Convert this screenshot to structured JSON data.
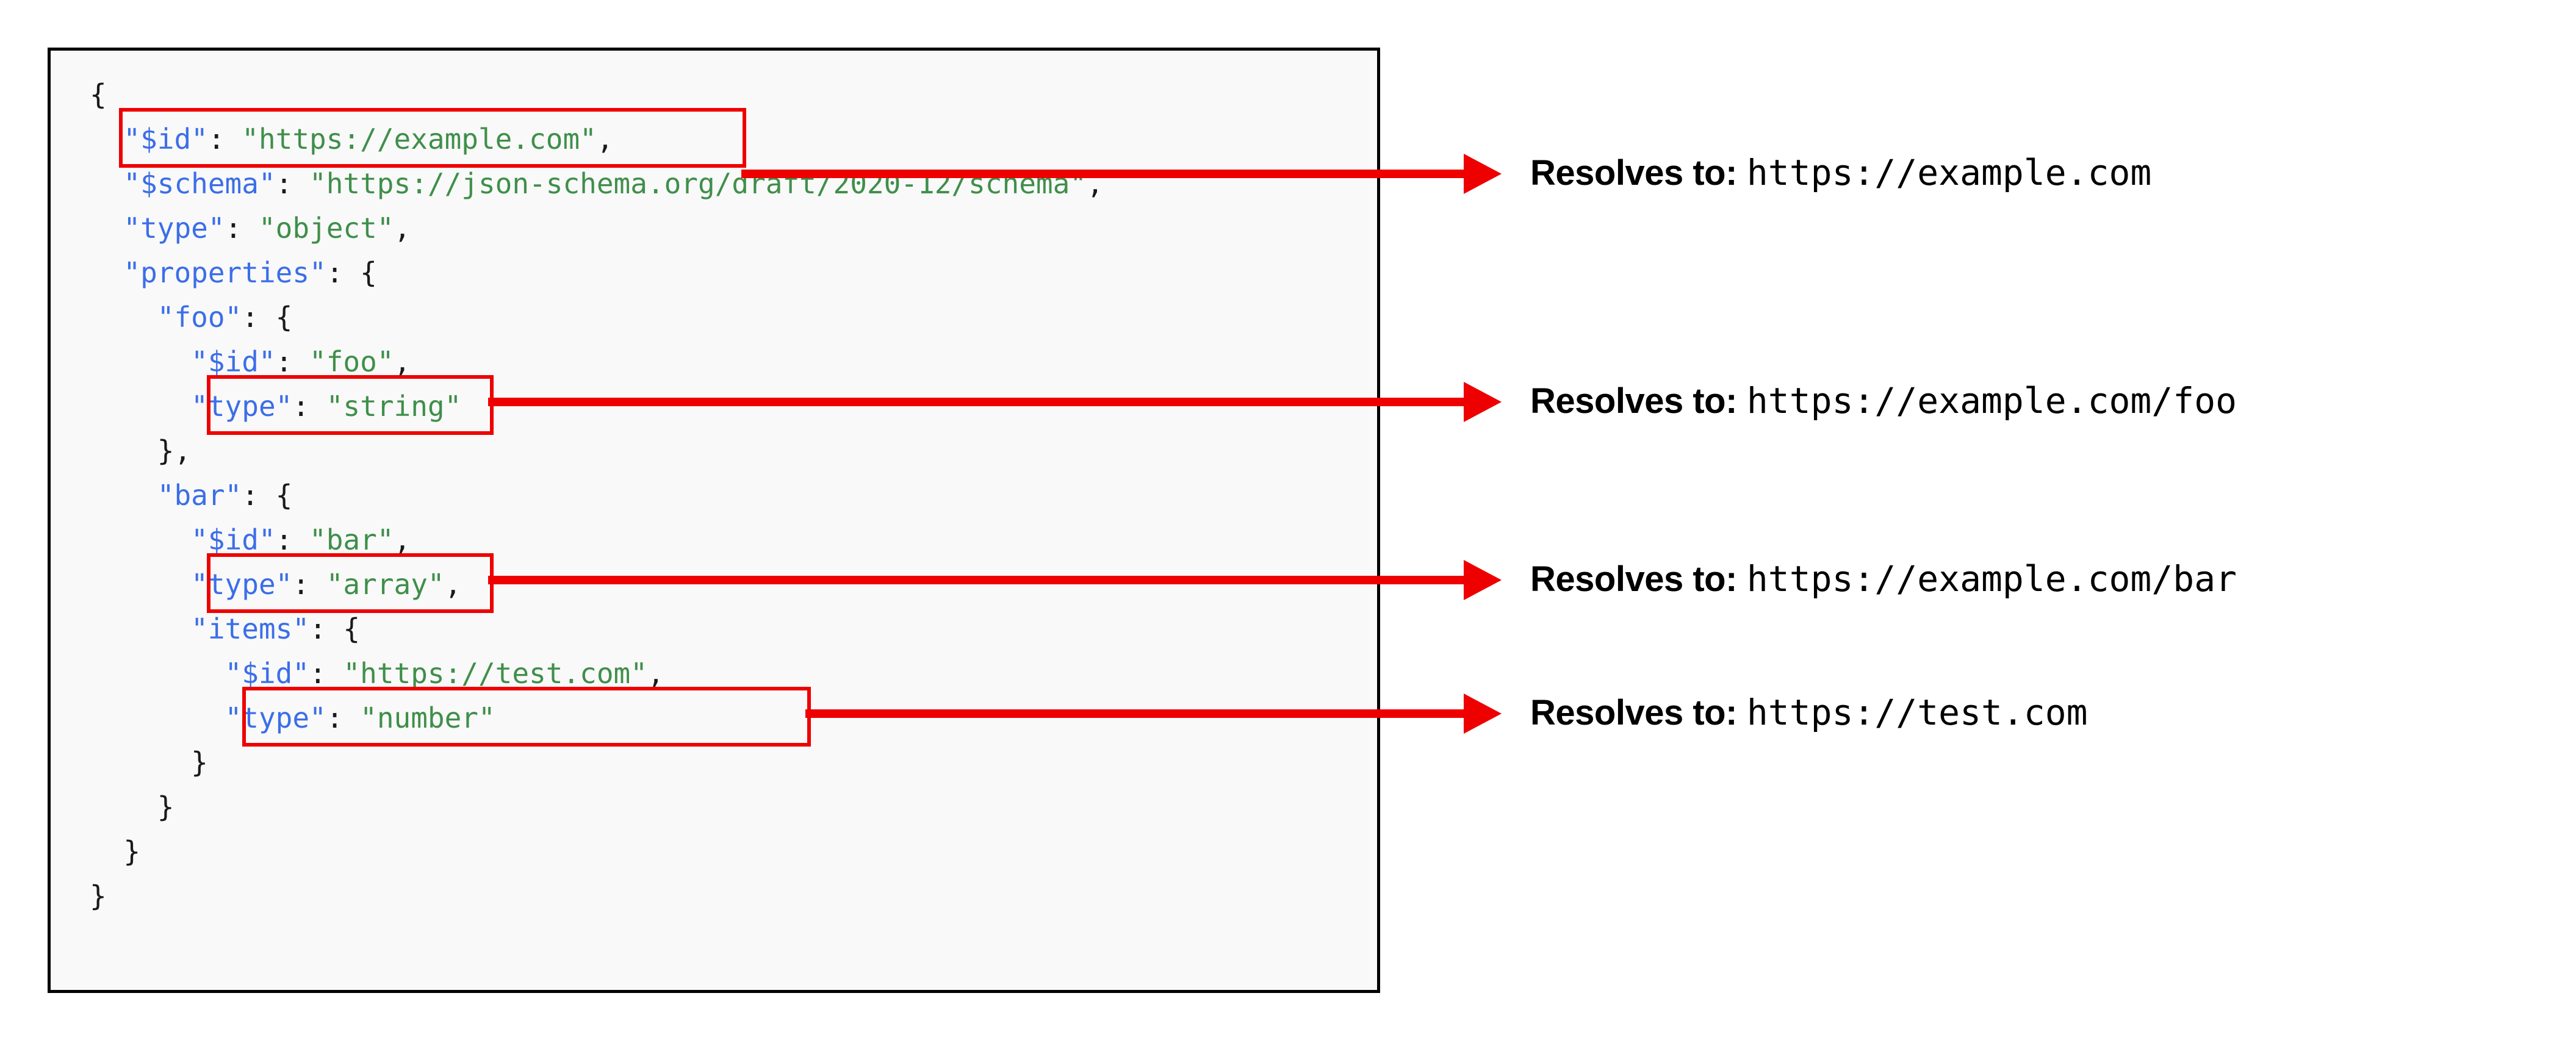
{
  "code_panel": {
    "language": "json",
    "colors": {
      "background": "#f9f9f9",
      "border": "#000000",
      "key": "#3b6ee8",
      "string": "#3f8f4a",
      "punctuation": "#1a1a1a",
      "highlight": "#ee0000"
    },
    "lines": [
      {
        "indent": "",
        "tokens": [
          {
            "t": "punct",
            "v": "{"
          }
        ]
      },
      {
        "indent": "  ",
        "tokens": [
          {
            "t": "key",
            "v": "\"$id\""
          },
          {
            "t": "punct",
            "v": ": "
          },
          {
            "t": "str",
            "v": "\"https://example.com\""
          },
          {
            "t": "punct",
            "v": ","
          }
        ]
      },
      {
        "indent": "  ",
        "tokens": [
          {
            "t": "key",
            "v": "\"$schema\""
          },
          {
            "t": "punct",
            "v": ": "
          },
          {
            "t": "str",
            "v": "\"https://json-schema.org/draft/2020-12/schema\""
          },
          {
            "t": "punct",
            "v": ","
          }
        ]
      },
      {
        "indent": "  ",
        "tokens": [
          {
            "t": "key",
            "v": "\"type\""
          },
          {
            "t": "punct",
            "v": ": "
          },
          {
            "t": "str",
            "v": "\"object\""
          },
          {
            "t": "punct",
            "v": ","
          }
        ]
      },
      {
        "indent": "  ",
        "tokens": [
          {
            "t": "key",
            "v": "\"properties\""
          },
          {
            "t": "punct",
            "v": ": {"
          }
        ]
      },
      {
        "indent": "    ",
        "tokens": [
          {
            "t": "key",
            "v": "\"foo\""
          },
          {
            "t": "punct",
            "v": ": {"
          }
        ]
      },
      {
        "indent": "      ",
        "tokens": [
          {
            "t": "key",
            "v": "\"$id\""
          },
          {
            "t": "punct",
            "v": ": "
          },
          {
            "t": "str",
            "v": "\"foo\""
          },
          {
            "t": "punct",
            "v": ","
          }
        ]
      },
      {
        "indent": "      ",
        "tokens": [
          {
            "t": "key",
            "v": "\"type\""
          },
          {
            "t": "punct",
            "v": ": "
          },
          {
            "t": "str",
            "v": "\"string\""
          }
        ]
      },
      {
        "indent": "    ",
        "tokens": [
          {
            "t": "punct",
            "v": "},"
          }
        ]
      },
      {
        "indent": "    ",
        "tokens": [
          {
            "t": "key",
            "v": "\"bar\""
          },
          {
            "t": "punct",
            "v": ": {"
          }
        ]
      },
      {
        "indent": "      ",
        "tokens": [
          {
            "t": "key",
            "v": "\"$id\""
          },
          {
            "t": "punct",
            "v": ": "
          },
          {
            "t": "str",
            "v": "\"bar\""
          },
          {
            "t": "punct",
            "v": ","
          }
        ]
      },
      {
        "indent": "      ",
        "tokens": [
          {
            "t": "key",
            "v": "\"type\""
          },
          {
            "t": "punct",
            "v": ": "
          },
          {
            "t": "str",
            "v": "\"array\""
          },
          {
            "t": "punct",
            "v": ","
          }
        ]
      },
      {
        "indent": "      ",
        "tokens": [
          {
            "t": "key",
            "v": "\"items\""
          },
          {
            "t": "punct",
            "v": ": {"
          }
        ]
      },
      {
        "indent": "        ",
        "tokens": [
          {
            "t": "key",
            "v": "\"$id\""
          },
          {
            "t": "punct",
            "v": ": "
          },
          {
            "t": "str",
            "v": "\"https://test.com\""
          },
          {
            "t": "punct",
            "v": ","
          }
        ]
      },
      {
        "indent": "        ",
        "tokens": [
          {
            "t": "key",
            "v": "\"type\""
          },
          {
            "t": "punct",
            "v": ": "
          },
          {
            "t": "str",
            "v": "\"number\""
          }
        ]
      },
      {
        "indent": "      ",
        "tokens": [
          {
            "t": "punct",
            "v": "}"
          }
        ]
      },
      {
        "indent": "    ",
        "tokens": [
          {
            "t": "punct",
            "v": "}"
          }
        ]
      },
      {
        "indent": "  ",
        "tokens": [
          {
            "t": "punct",
            "v": "}"
          }
        ]
      },
      {
        "indent": "",
        "tokens": [
          {
            "t": "punct",
            "v": "}"
          }
        ]
      }
    ],
    "highlights": [
      {
        "target_line": 1,
        "label": "highlight-id-root"
      },
      {
        "target_line": 6,
        "label": "highlight-id-foo"
      },
      {
        "target_line": 10,
        "label": "highlight-id-bar"
      },
      {
        "target_line": 13,
        "label": "highlight-id-items"
      }
    ]
  },
  "annotations": [
    {
      "label": "Resolves to:",
      "url": "https://example.com"
    },
    {
      "label": "Resolves to:",
      "url": "https://example.com/foo"
    },
    {
      "label": "Resolves to:",
      "url": "https://example.com/bar"
    },
    {
      "label": "Resolves to:",
      "url": "https://test.com"
    }
  ]
}
